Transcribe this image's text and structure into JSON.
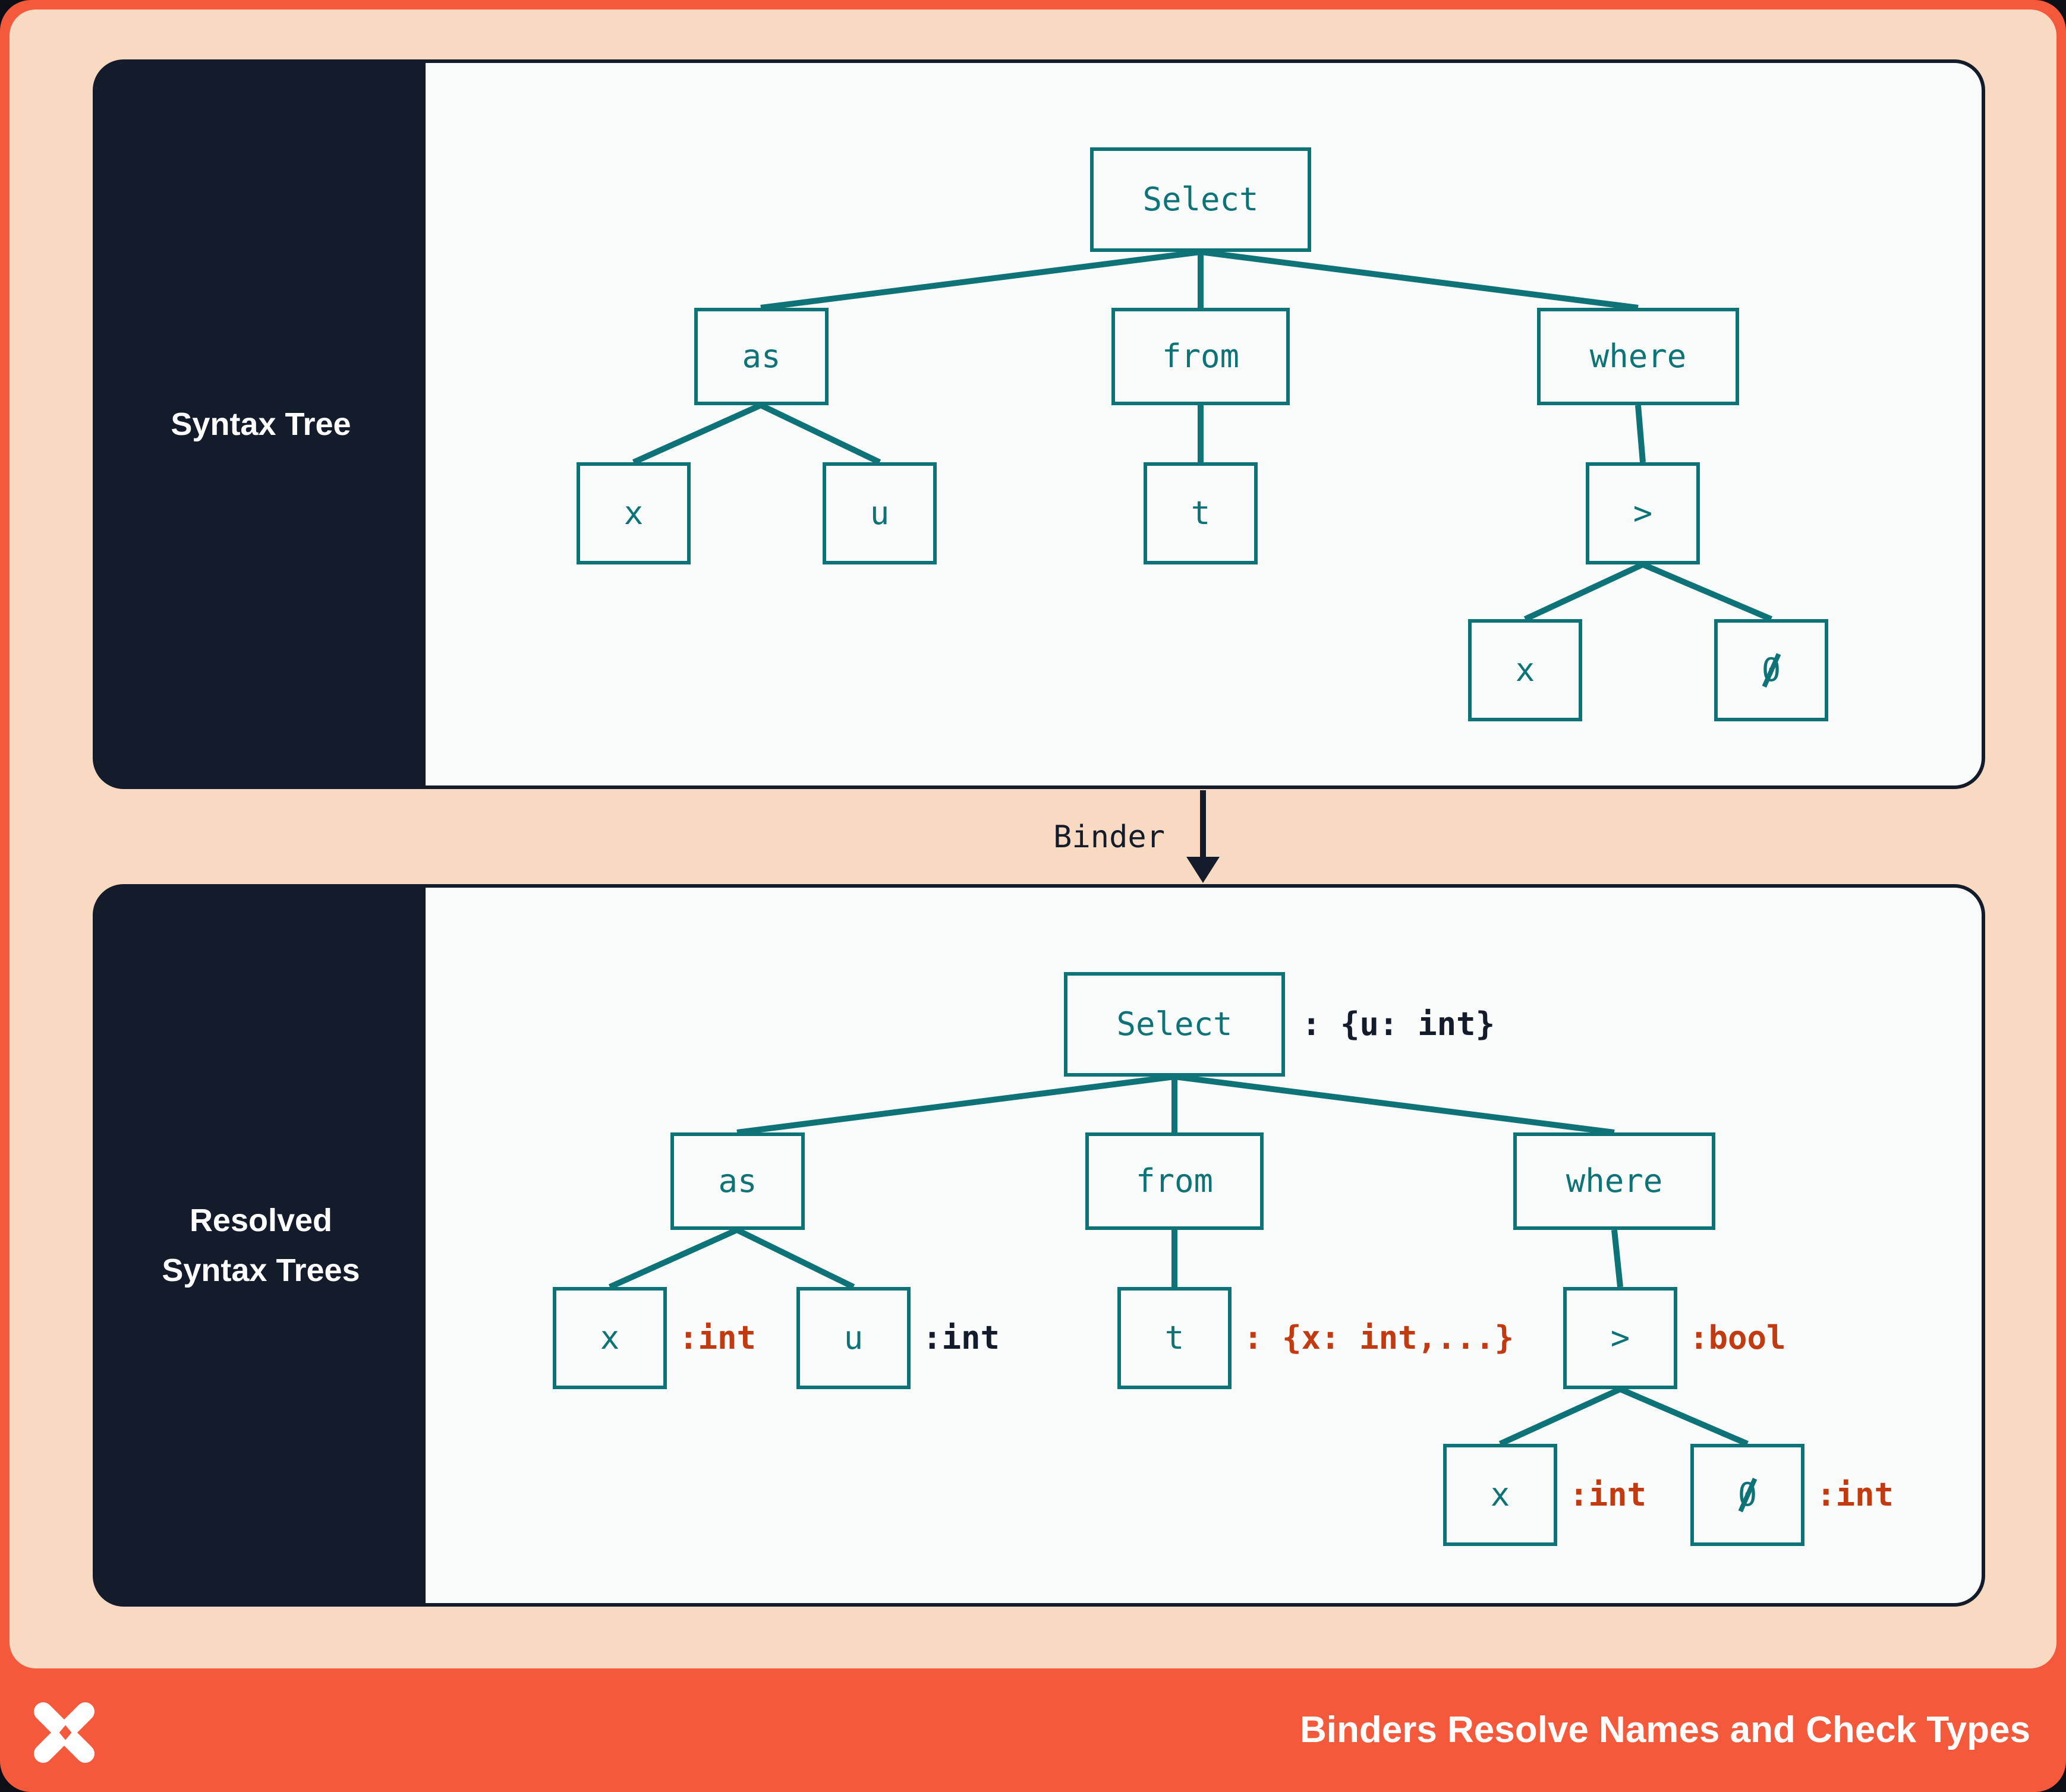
{
  "colors": {
    "frame_orange": "#f4593b",
    "background_peach": "#f8d9c2",
    "panel_dark_navy": "#141b2a",
    "panel_light": "#f9fafa",
    "tree_teal": "#0d7377",
    "type_annotation_red": "#c23a10",
    "type_annotation_dark": "#141b2a",
    "footer_text": "#ffffff"
  },
  "top_panel": {
    "label": "Syntax Tree",
    "tree": {
      "select": "Select",
      "as": "as",
      "from": "from",
      "where": "where",
      "x_as": "x",
      "u": "u",
      "t": "t",
      "gt": ">",
      "x_gt": "x",
      "zero": "0"
    }
  },
  "binder": {
    "label": "Binder"
  },
  "bottom_panel": {
    "label_line1": "Resolved",
    "label_line2": "Syntax Trees",
    "tree": {
      "select": "Select",
      "select_type": ": {u: int}",
      "as": "as",
      "x_as": "x",
      "x_as_type": ":int",
      "u": "u",
      "u_type": ":int",
      "from": "from",
      "t": "t",
      "t_type": ": {x: int,...}",
      "where": "where",
      "gt": ">",
      "gt_type": ":bool",
      "x_gt": "x",
      "x_gt_type": ":int",
      "zero": "0",
      "zero_type": ":int"
    }
  },
  "footer": {
    "title": "Binders Resolve Names and Check Types"
  }
}
